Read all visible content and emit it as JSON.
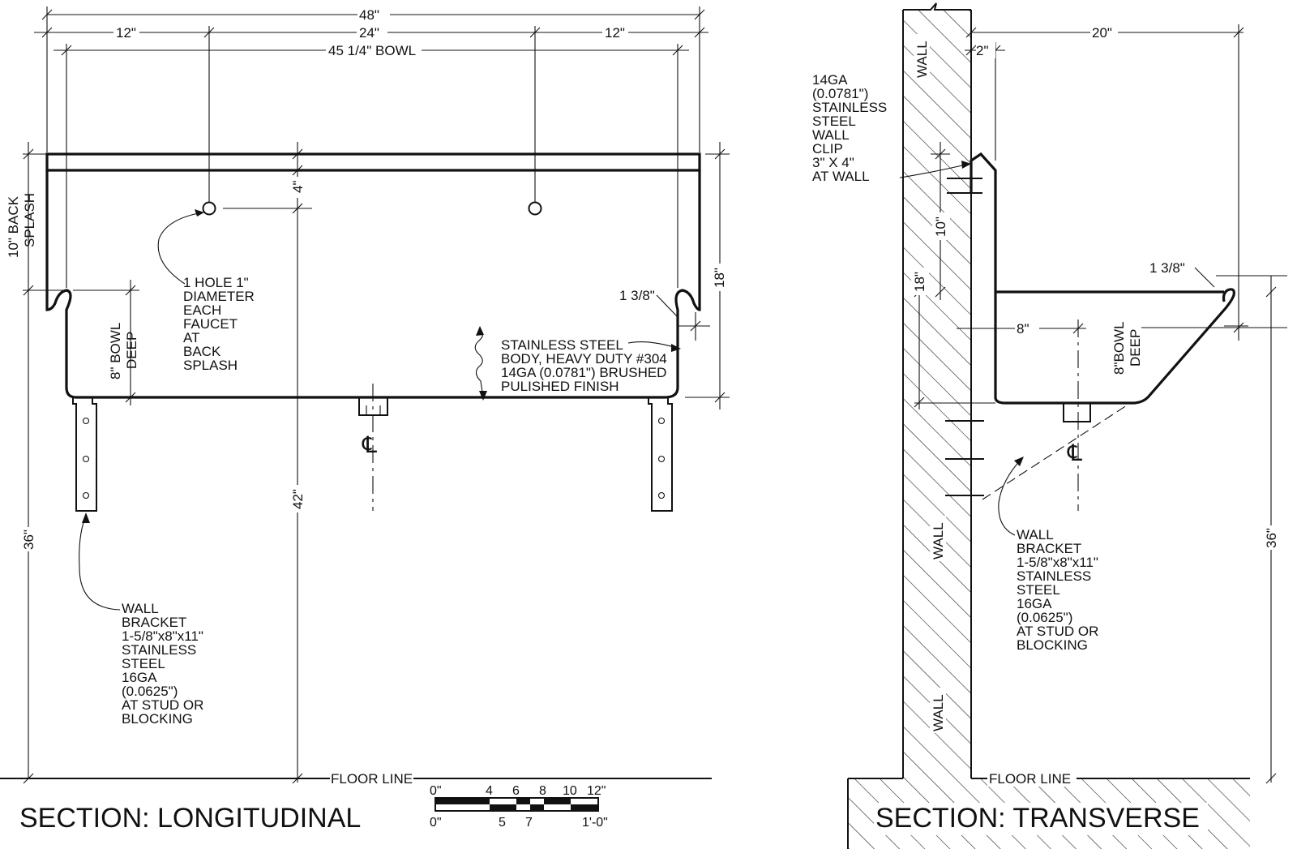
{
  "longitudinal": {
    "title": "SECTION: LONGITUDINAL",
    "dims": {
      "overall": "48\"",
      "left_space": "12\"",
      "center_space": "24\"",
      "right_space": "12\"",
      "bowl": "45 1/4\" BOWL",
      "hole_offset": "4\"",
      "backsplash_height": "18\"",
      "rim": "1 3/8\"",
      "height_42": "42\"",
      "height_36": "36\""
    },
    "labels": {
      "back_splash": [
        "10\" BACK",
        "SPLASH"
      ],
      "bowl_deep": [
        "8\" BOWL",
        "DEEP"
      ],
      "floor_line": "FLOOR LINE"
    },
    "notes": {
      "faucet_hole": [
        "1 HOLE 1\"",
        "DIAMETER",
        "EACH",
        "FAUCET",
        "AT",
        "BACK",
        "SPLASH"
      ],
      "body": [
        "STAINLESS STEEL",
        "BODY, HEAVY DUTY #304",
        "14GA (0.0781\") BRUSHED",
        "PULISHED FINISH"
      ],
      "wall_bracket": [
        "WALL",
        "BRACKET",
        "1-5/8\"x8\"x11\"",
        "STAINLESS",
        "STEEL",
        "16GA",
        "(0.0625\")",
        "AT STUD OR",
        "BLOCKING"
      ]
    }
  },
  "transverse": {
    "title": "SECTION: TRANSVERSE",
    "dims": {
      "depth": "20\"",
      "wall_gap": "2\"",
      "clip_height": "10\"",
      "height_18": "18\"",
      "rim": "1 3/8\"",
      "drain_offset": "8\"",
      "height_36": "36\""
    },
    "labels": {
      "wall": "WALL",
      "bowl_deep": [
        "8\"BOWL",
        "DEEP"
      ],
      "floor_line": "FLOOR LINE"
    },
    "notes": {
      "wall_clip": [
        "14GA",
        "(0.0781\")",
        "STAINLESS",
        "STEEL",
        "WALL",
        "CLIP",
        "3\" X 4\"",
        "AT WALL"
      ],
      "wall_bracket": [
        "WALL",
        "BRACKET",
        "1-5/8\"x8\"x11\"",
        "STAINLESS",
        "STEEL",
        "16GA",
        "(0.0625\")",
        "AT STUD OR",
        "BLOCKING"
      ]
    }
  },
  "scale_bar": {
    "top_labels": [
      "0\"",
      "4",
      "6",
      "8",
      "10",
      "12\""
    ],
    "bottom_labels": [
      "0\"",
      "5",
      "7",
      "1'-0\""
    ]
  }
}
